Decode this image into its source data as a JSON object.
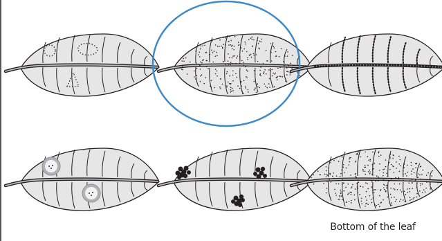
{
  "caption": "Bottom of the leaf",
  "colors": {
    "leaf_fill": "#e6e6e7",
    "outline": "#231f20",
    "highlight_ring": "#3f8ac9"
  },
  "panels": [
    {
      "id": "leaf-1",
      "pattern": "dotted-rings-and-triangle"
    },
    {
      "id": "leaf-2",
      "pattern": "speckled",
      "highlighted": true
    },
    {
      "id": "leaf-3",
      "pattern": "dotted-veins"
    },
    {
      "id": "leaf-4",
      "pattern": "round-spots"
    },
    {
      "id": "leaf-5",
      "pattern": "black-clusters"
    },
    {
      "id": "leaf-6",
      "pattern": "fine-dots-underside"
    }
  ]
}
